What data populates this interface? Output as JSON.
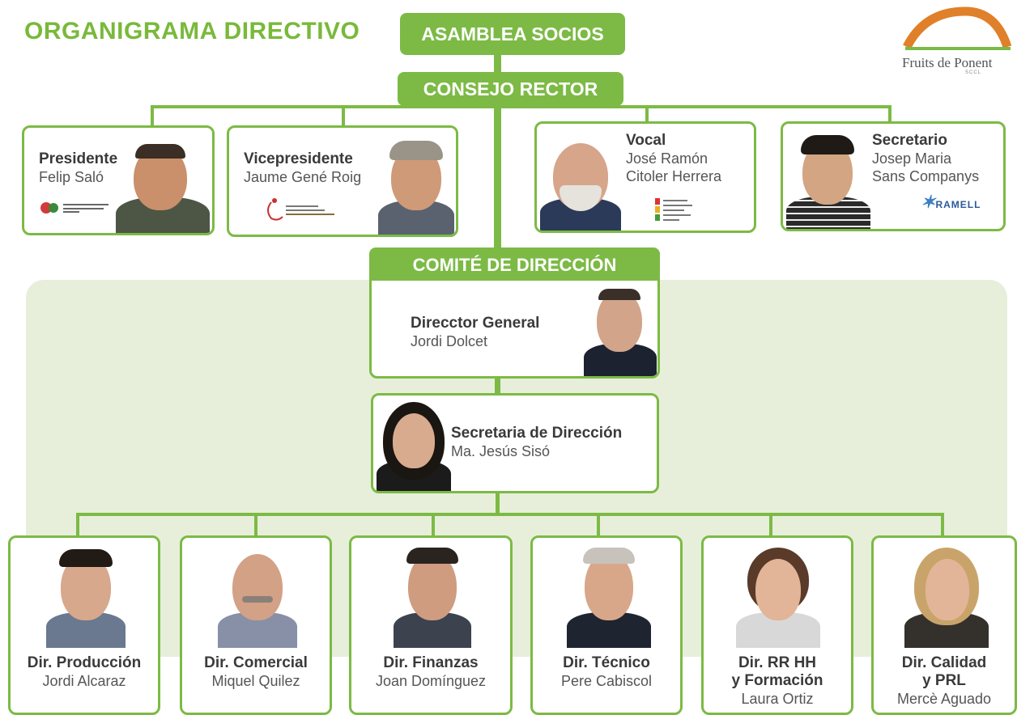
{
  "title": "ORGANIGRAMA DIRECTIVO",
  "logo": {
    "name": "Fruits de Ponent",
    "sub": "SCCL"
  },
  "assembly": "ASAMBLEA SOCIOS",
  "council": "CONSEJO RECTOR",
  "committee": "COMITÉ DE DIRECCIÓN",
  "council_members": [
    {
      "role": "Presidente",
      "name_lines": [
        "Felip Saló"
      ],
      "logo_text": ""
    },
    {
      "role": "Vicepresidente",
      "name_lines": [
        "Jaume Gené Roig"
      ],
      "logo_text": ""
    },
    {
      "role": "Vocal",
      "name_lines": [
        "José Ramón",
        "Citoler Herrera"
      ],
      "logo_text": ""
    },
    {
      "role": "Secretario",
      "name_lines": [
        "Josep Maria",
        "Sans Companys"
      ],
      "logo_text": "RAMELL"
    }
  ],
  "general_director": {
    "role": "Direcctor General",
    "name": "Jordi Dolcet"
  },
  "secretary": {
    "role": "Secretaria de Dirección",
    "name": "Ma. Jesús Sisó"
  },
  "directors": [
    {
      "role_lines": [
        "Dir. Producción"
      ],
      "name": "Jordi Alcaraz"
    },
    {
      "role_lines": [
        "Dir. Comercial"
      ],
      "name": "Miquel Quilez"
    },
    {
      "role_lines": [
        "Dir. Finanzas"
      ],
      "name": "Joan Domínguez"
    },
    {
      "role_lines": [
        "Dir. Técnico"
      ],
      "name": "Pere Cabiscol"
    },
    {
      "role_lines": [
        "Dir. RR HH",
        "y Formación"
      ],
      "name": "Laura Ortiz"
    },
    {
      "role_lines": [
        "Dir. Calidad",
        "y PRL"
      ],
      "name": "Mercè Aguado"
    }
  ],
  "colors": {
    "green": "#7cba45",
    "title_green": "#79b93b",
    "zone": "#e7efdb",
    "logo_orange": "#e0802a"
  }
}
